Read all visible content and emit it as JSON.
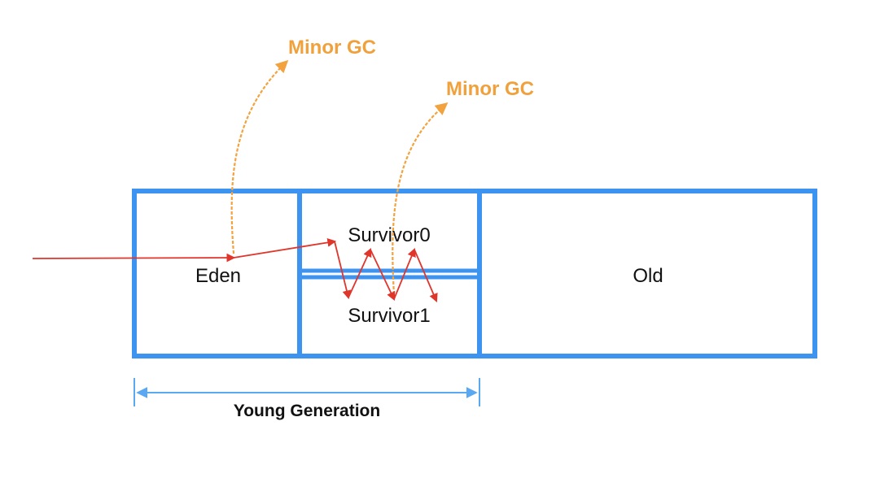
{
  "regions": {
    "eden": "Eden",
    "survivor0": "Survivor0",
    "survivor1": "Survivor1",
    "old": "Old"
  },
  "gc_events": [
    "Minor GC",
    "Minor GC"
  ],
  "young_generation_label": "Young Generation",
  "colors": {
    "box_border": "#3d93f0",
    "gc_arrow": "#f2a340",
    "gc_text": "#f0a13b",
    "flow_arrow": "#e0352b",
    "dimension_line": "#5aa8f2"
  }
}
